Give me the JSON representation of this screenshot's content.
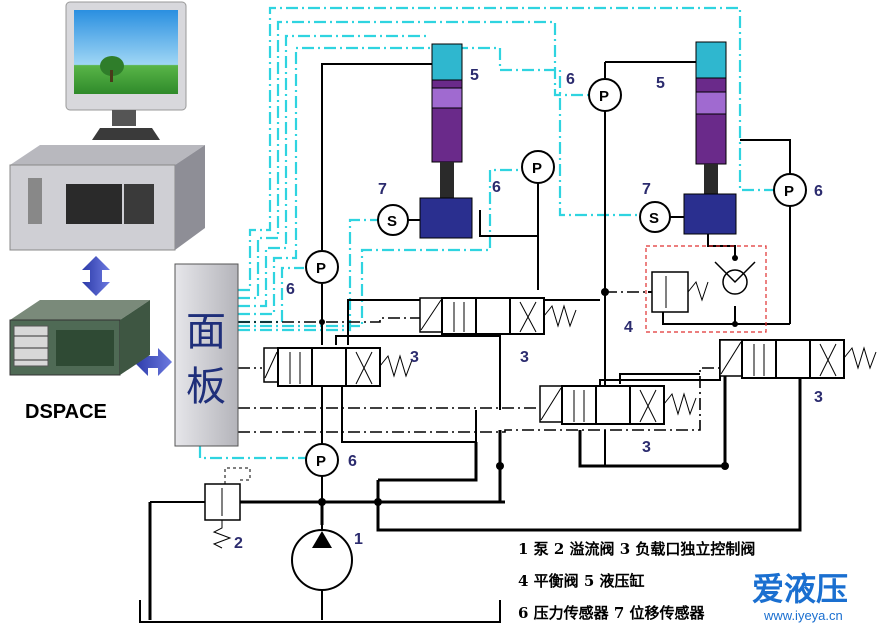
{
  "panel": {
    "label_line1": "面",
    "label_line2": "板"
  },
  "dspace_label": "DSPACE",
  "component_numbers": {
    "pump": "1",
    "relief_valve": "2",
    "control_valve": "3",
    "balance_valve": "4",
    "cylinder": "5",
    "pressure_sensor": "6",
    "displacement_sensor": "7"
  },
  "symbols": {
    "pressure": "P",
    "displacement": "S"
  },
  "legend": {
    "line1": "1 泵  2 溢流阀 3 负载口独立控制阀",
    "line2": "4 平衡阀  5 液压缸",
    "line3": "6  压力传感器  7 位移传感器"
  },
  "watermark": {
    "brand": "爱液压",
    "url": "www.iyeya.cn"
  },
  "colors": {
    "signal_line": "#2fd4e0",
    "cylinder_cap": "#2fb7cf",
    "cylinder_body": "#6a2a8a",
    "sensor_block": "#2a2f8f",
    "panel_fill": "#c8c8cc",
    "number_text": "#2b2b6e",
    "balance_box": "#e03030"
  }
}
